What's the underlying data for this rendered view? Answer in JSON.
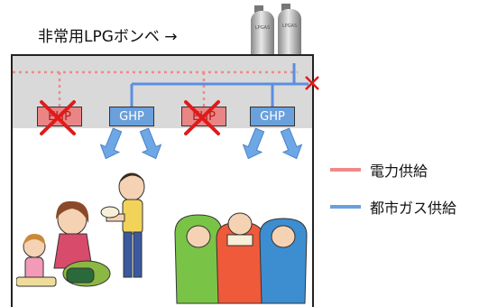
{
  "title": "非常用LPGボンベ →",
  "cylinder_label": "LPGAS",
  "units": [
    {
      "label": "EHP",
      "kind": "electric",
      "disabled": true
    },
    {
      "label": "GHP",
      "kind": "gas",
      "disabled": false
    },
    {
      "label": "EHP",
      "kind": "electric",
      "disabled": true
    },
    {
      "label": "GHP",
      "kind": "gas",
      "disabled": false
    }
  ],
  "legend": [
    {
      "label": "電力供給",
      "color": "#f08a8a"
    },
    {
      "label": "都市ガス供給",
      "color": "#6a9fe0"
    }
  ],
  "colors": {
    "gas": "#5b8fe0",
    "electric": "#f06c6c",
    "cross": "#e01a1a",
    "ceiling": "#d9d9d9",
    "arrow": "#6ea7e6"
  }
}
